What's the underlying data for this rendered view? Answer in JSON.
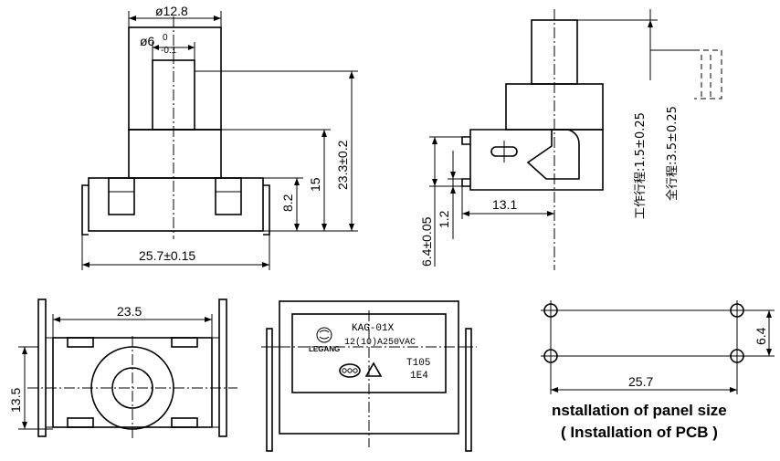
{
  "dimensions": {
    "dia_outer": "ø12.8",
    "dia_inner": "ø6",
    "tol_upper": "0",
    "tol_lower": "-0.1",
    "height_total": "23.3±0.2",
    "height_15": "15",
    "height_8_2": "8.2",
    "width_base": "25.7±0.15",
    "width_13_1": "13.1",
    "h_6_4_tol": "6.4±0.05",
    "h_1_2": "1.2",
    "w_23_5": "23.5",
    "h_13_5": "13.5",
    "pcb_width": "25.7",
    "pcb_height": "6.4"
  },
  "stroke_notes": {
    "working_stroke": "工作行程:1.5±0.25",
    "full_stroke": "全行程:3.5±0.25"
  },
  "label_plate": {
    "model": "KAG-01X",
    "rating": "12(10)A250VAC",
    "brand": "LEGANG",
    "temp": "T105",
    "code": "1E4"
  },
  "captions": {
    "panel_size": "nstallation of panel size",
    "pcb": "( Installation of PCB )"
  }
}
